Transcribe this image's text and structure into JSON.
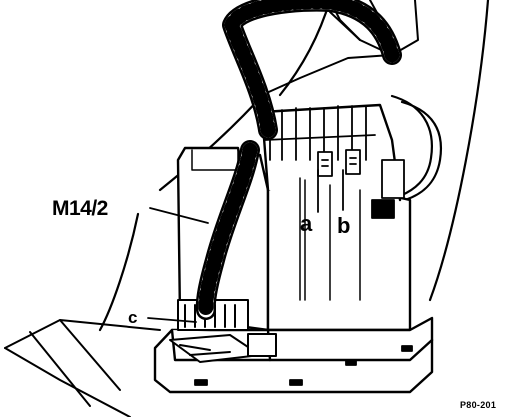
{
  "figure": {
    "component_label": "M14/2",
    "callout_a": "a",
    "callout_b": "b",
    "callout_c": "c",
    "code": "P80-201"
  },
  "colors": {
    "ink": "#000000",
    "paper": "#ffffff"
  }
}
